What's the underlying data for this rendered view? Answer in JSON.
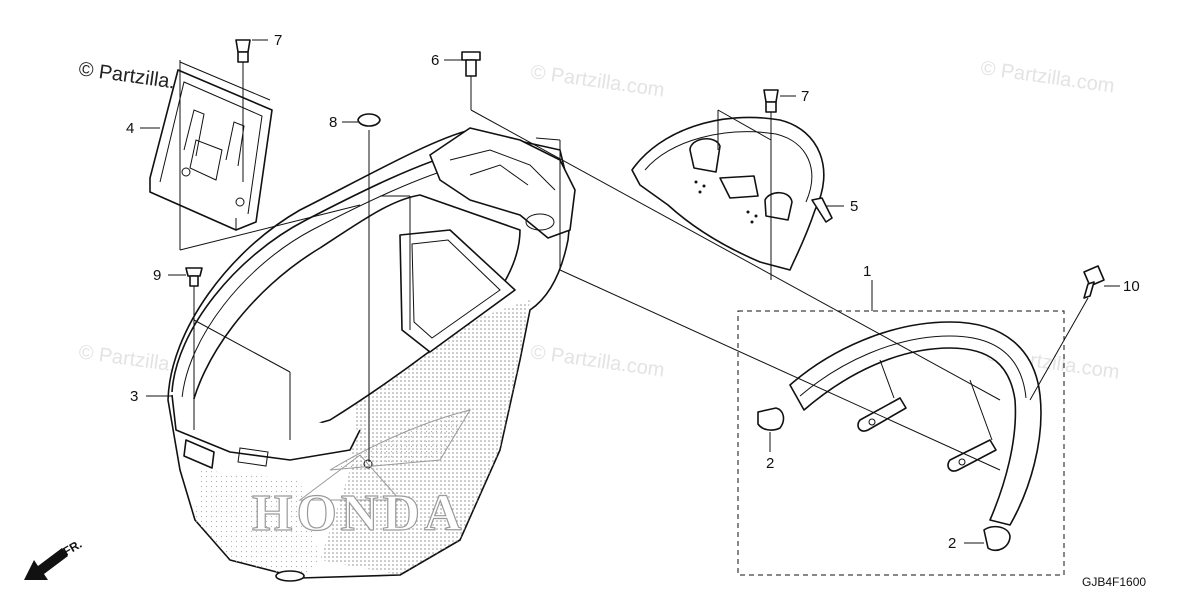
{
  "watermarks": {
    "primary": "© Partzilla.com",
    "secondary": "© Partzilla.com"
  },
  "brand_mark": "HONDA",
  "diagram_code": "GJB4F1600",
  "direction_indicator": "FR.",
  "callouts": [
    "1",
    "2",
    "2",
    "3",
    "4",
    "5",
    "6",
    "7",
    "7",
    "8",
    "9",
    "10"
  ],
  "colors": {
    "line": "#111111",
    "watermark": "#e3e3e3",
    "stipple": "#bdbdbd"
  },
  "icons": [
    "front-direction-arrow-icon"
  ]
}
